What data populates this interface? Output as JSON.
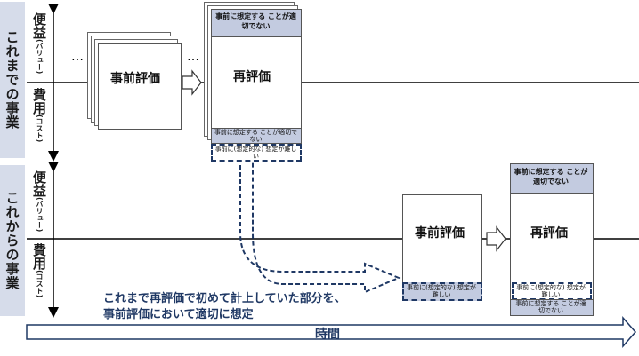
{
  "rows": {
    "current": {
      "label": "これまでの事業"
    },
    "future": {
      "label": "これからの事業"
    }
  },
  "axis": {
    "benefit": "便益",
    "benefit_note": "(バリュー)",
    "cost": "費用",
    "cost_note": "(コスト)"
  },
  "dots": "…",
  "boxes": {
    "pre_eval_label": "事前評価",
    "re_eval_label": "再評価"
  },
  "notes": {
    "hard_to_assume_full": "事前に想定する ことが適切でない",
    "hard_to_assume_small": "事前に想定する ことが適切でない",
    "hard_to_predict_small": "事前に(想定的な) 想定が難しい",
    "hard_to_predict_mid": "事前に(想定的な) 想定が難しい"
  },
  "caption": {
    "line1": "これまで再評価で初めて計上していた部分を、",
    "line2": "事前評価において適切に想定"
  },
  "time_label": "時間",
  "colors": {
    "row_band": "#d6dcea",
    "note_fill": "#c3cbe0",
    "dashed": "#1f3864",
    "time_arrow_fill": "#ffffff",
    "time_arrow_stroke": "#1f3864",
    "caption_text": "#1f3864"
  }
}
